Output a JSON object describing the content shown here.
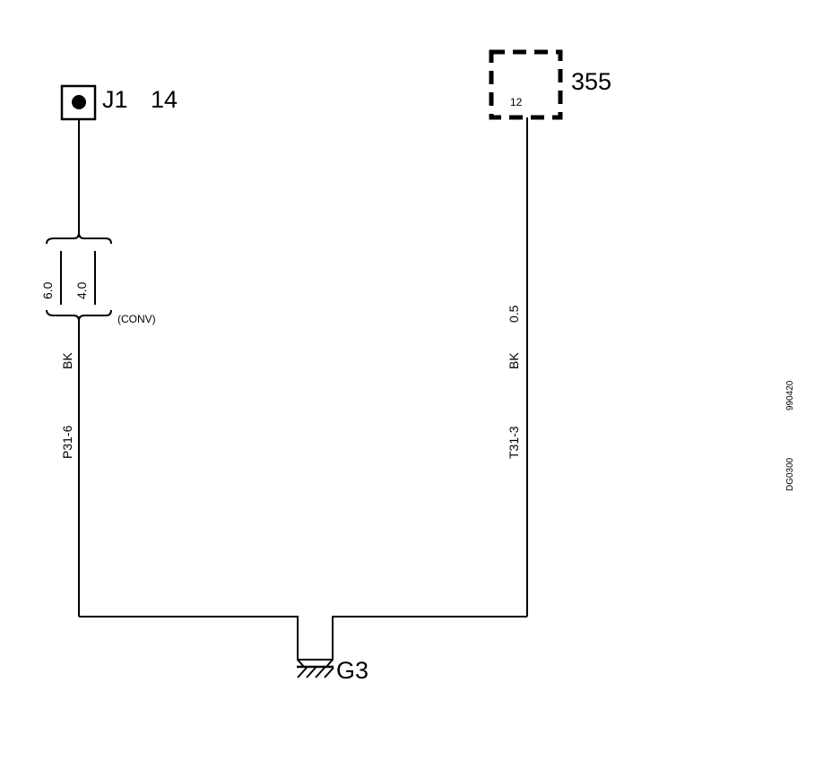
{
  "connectors": {
    "j1": {
      "name": "J1",
      "pin": "14"
    },
    "c355": {
      "name": "355",
      "pin": "12"
    }
  },
  "wires": {
    "left": {
      "sizes": [
        "6.0",
        "4.0"
      ],
      "option": "(CONV)",
      "color": "BK",
      "circuit": "P31-6"
    },
    "right": {
      "size": "0.5",
      "color": "BK",
      "circuit": "T31-3"
    }
  },
  "ground": {
    "name": "G3"
  },
  "codes": {
    "drawing": "DG0300",
    "date": "990420"
  }
}
